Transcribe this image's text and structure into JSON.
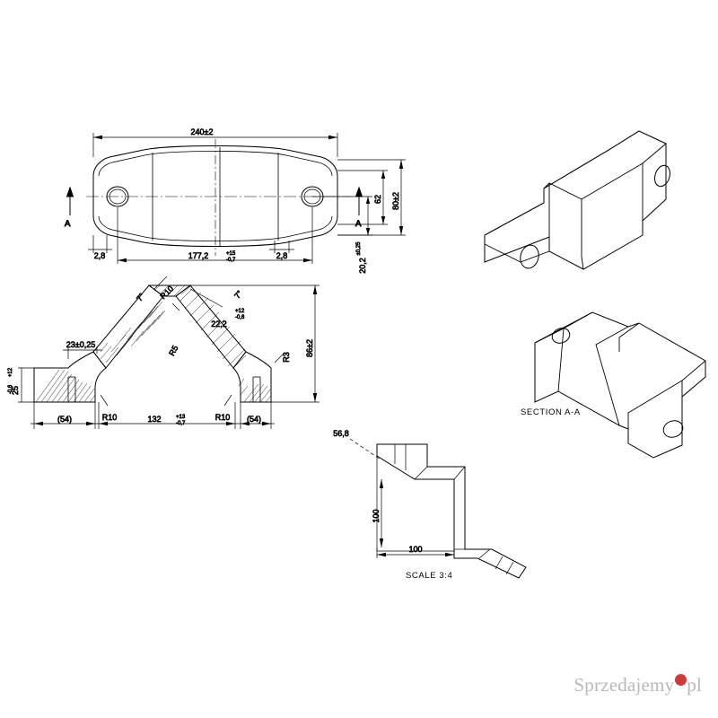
{
  "drawing": {
    "title": "technical-drawing-bracket",
    "watermark": {
      "text": "Sprzedajemy",
      "suffix": "pl",
      "badge": "•"
    },
    "labels": {
      "section_aa": "SECTION A-A",
      "scale": "SCALE 3:4",
      "section_mark_left": "A",
      "section_mark_right": "A"
    },
    "top_view_dims": {
      "overall_length": "240±2",
      "hole_pitch": "177,2",
      "hole_pitch_tol_upper": "+15",
      "hole_pitch_tol_lower": "-0,7",
      "left_edge": "2,8",
      "right_edge": "2,8",
      "width": "80±2",
      "inner_width": "62",
      "hole_offset": "20,2",
      "hole_offset_tol": "±0,25"
    },
    "section_view_dims": {
      "radius_r10_top": "R10",
      "radius_r5": "R5",
      "radius_r3": "R3",
      "radius_r10_left": "R10",
      "radius_r10_right": "R10",
      "angle_left": "7°",
      "angle_right": "7°",
      "thickness_left": "23±0,25",
      "height_left": "25",
      "height_left_tol_upper": "+12",
      "height_left_tol_lower": "-0,6",
      "height_right": "22,2",
      "height_right_tol_upper": "+12",
      "height_right_tol_lower": "-0,6",
      "overall_height": "86±2",
      "base_left": "(54)",
      "base_right": "(54)",
      "base_span": "132",
      "base_span_tol_upper": "+13",
      "base_span_tol_lower": "-0,7"
    },
    "scale_view_dims": {
      "offset": "56,8",
      "vertical": "100",
      "horizontal": "100"
    }
  }
}
